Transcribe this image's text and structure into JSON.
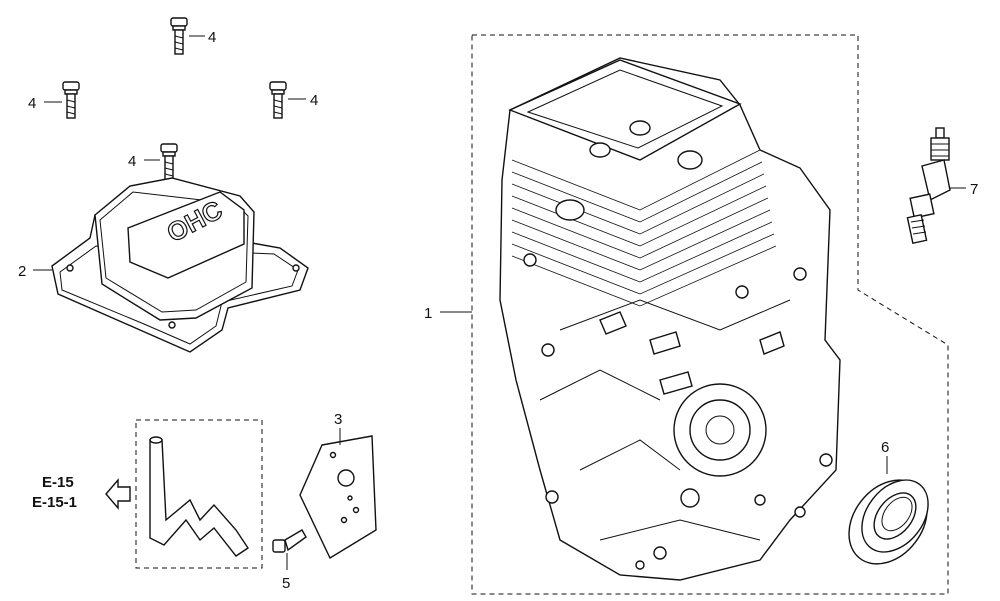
{
  "labels": {
    "crankcase": "1",
    "head_cover": "2",
    "gasket": "3",
    "bolt_a": "4",
    "bolt_b": "4",
    "bolt_c": "4",
    "bolt_d": "4",
    "bolt_small": "5",
    "oil_seal": "6",
    "spark_plug": "7"
  },
  "cover_emblem": "OHC",
  "references": {
    "line1": "E-15",
    "line2": "E-15-1"
  }
}
